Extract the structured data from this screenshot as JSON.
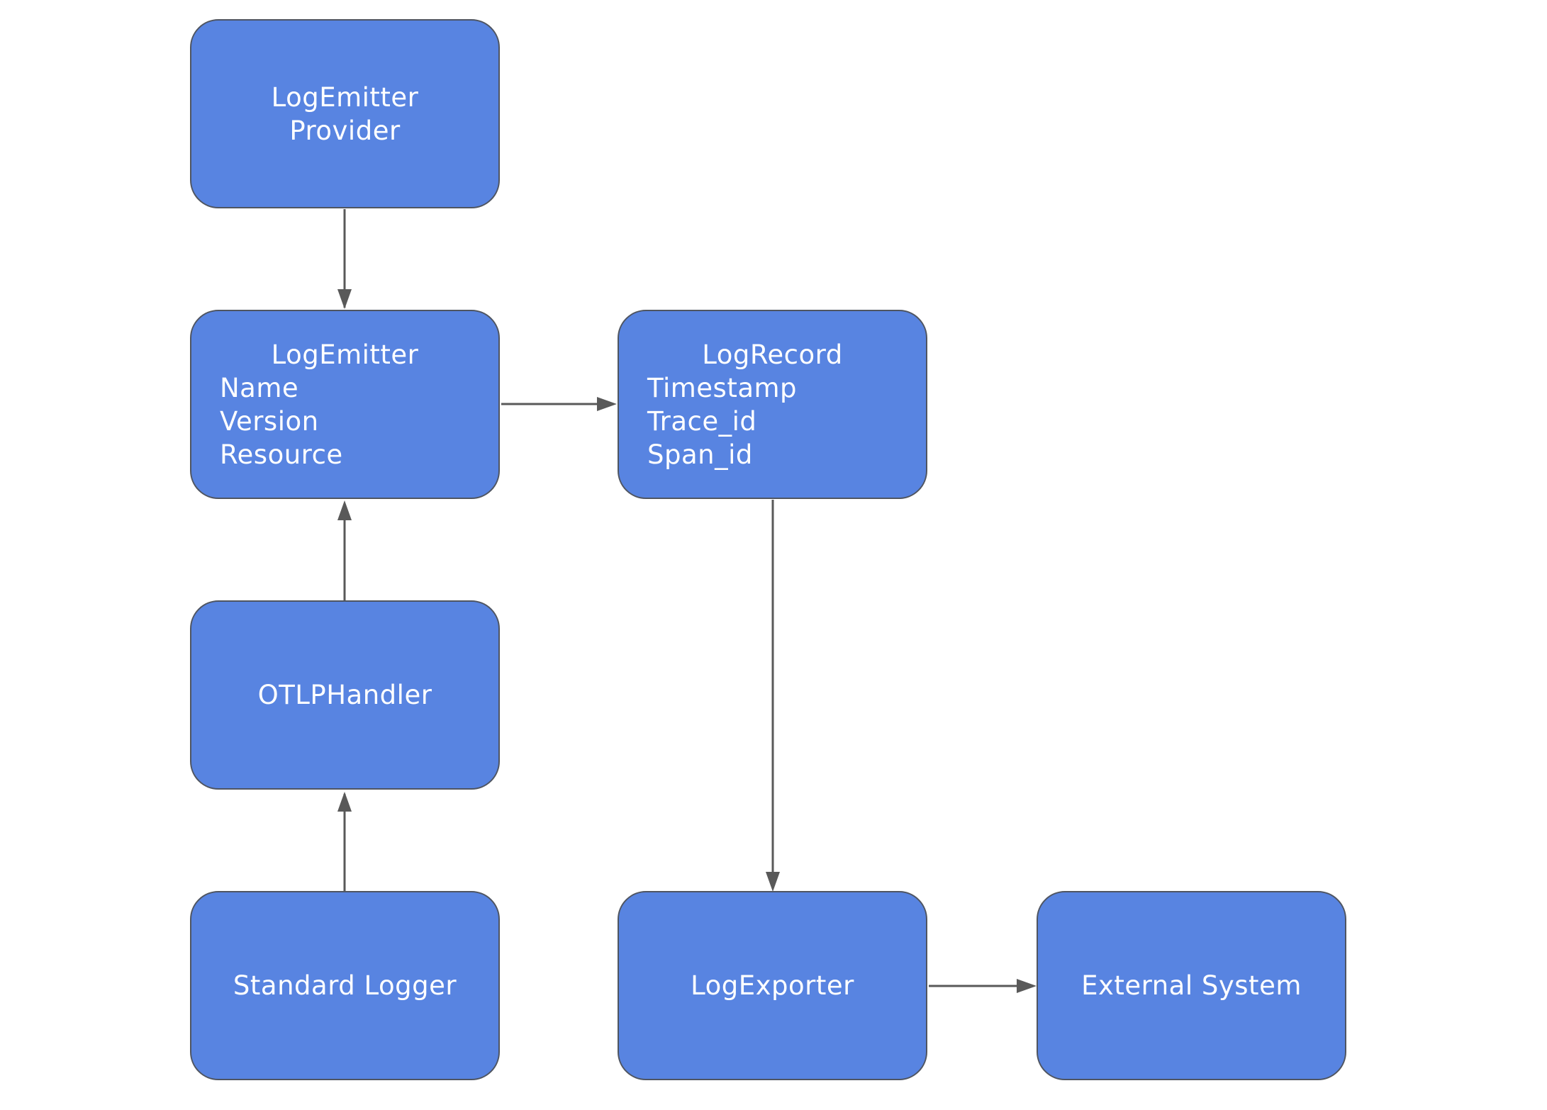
{
  "diagram": {
    "nodes": {
      "log_emitter_provider": {
        "lines": [
          "LogEmitter",
          "Provider"
        ]
      },
      "log_emitter": {
        "title": "LogEmitter",
        "fields": [
          "Name",
          "Version",
          "Resource"
        ]
      },
      "log_record": {
        "title": "LogRecord",
        "fields": [
          "Timestamp",
          "Trace_id",
          "Span_id"
        ]
      },
      "otlp_handler": {
        "label": "OTLPHandler"
      },
      "standard_logger": {
        "label": "Standard Logger"
      },
      "log_exporter": {
        "label": "LogExporter"
      },
      "external_system": {
        "label": "External System"
      }
    },
    "edges": [
      {
        "from": "log_emitter_provider",
        "to": "log_emitter"
      },
      {
        "from": "log_emitter",
        "to": "log_record"
      },
      {
        "from": "otlp_handler",
        "to": "log_emitter"
      },
      {
        "from": "standard_logger",
        "to": "otlp_handler"
      },
      {
        "from": "log_record",
        "to": "log_exporter"
      },
      {
        "from": "log_exporter",
        "to": "external_system"
      }
    ],
    "colors": {
      "node_fill": "#5884e1",
      "node_border": "#4f5561",
      "edge": "#595959",
      "text": "#ffffff"
    }
  }
}
